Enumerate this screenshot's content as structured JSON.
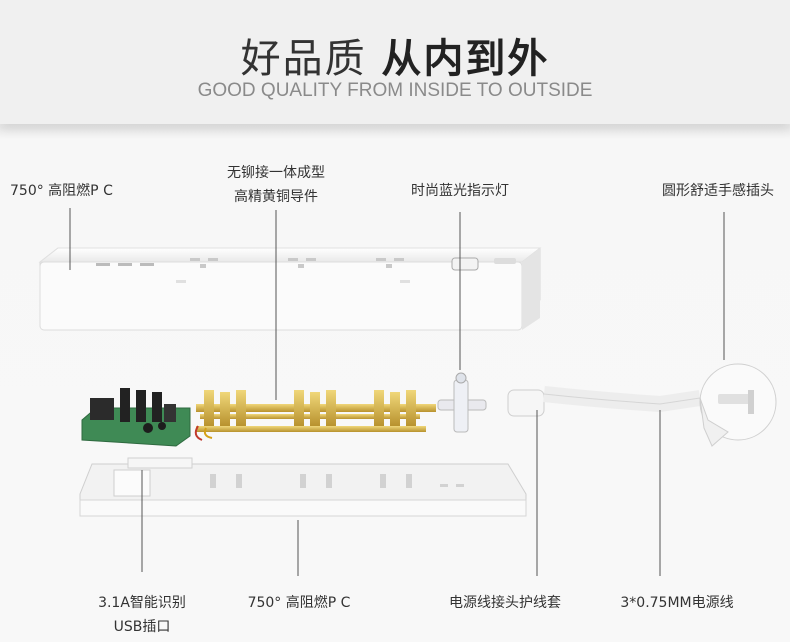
{
  "header": {
    "title_light": "好品质",
    "title_bold": "从内到外",
    "subtitle": "GOOD QUALITY FROM INSIDE TO OUTSIDE"
  },
  "callouts": {
    "top_left": "750°  高阻燃P C",
    "top_brass_line1": "无铆接一体成型",
    "top_brass_line2": "高精黄铜导件",
    "top_light": "时尚蓝光指示灯",
    "top_plug": "圆形舒适手感插头",
    "bottom_usb_line1": "3.1A智能识别",
    "bottom_usb_line2": "USB插口",
    "bottom_pc": "750°  高阻燃P C",
    "bottom_sleeve": "电源线接头护线套",
    "bottom_cable": "3*0.75MM电源线"
  },
  "colors": {
    "brass": "#d4b24a",
    "pcb": "#3f8a55",
    "shell": "#ffffff",
    "line": "#444444"
  }
}
